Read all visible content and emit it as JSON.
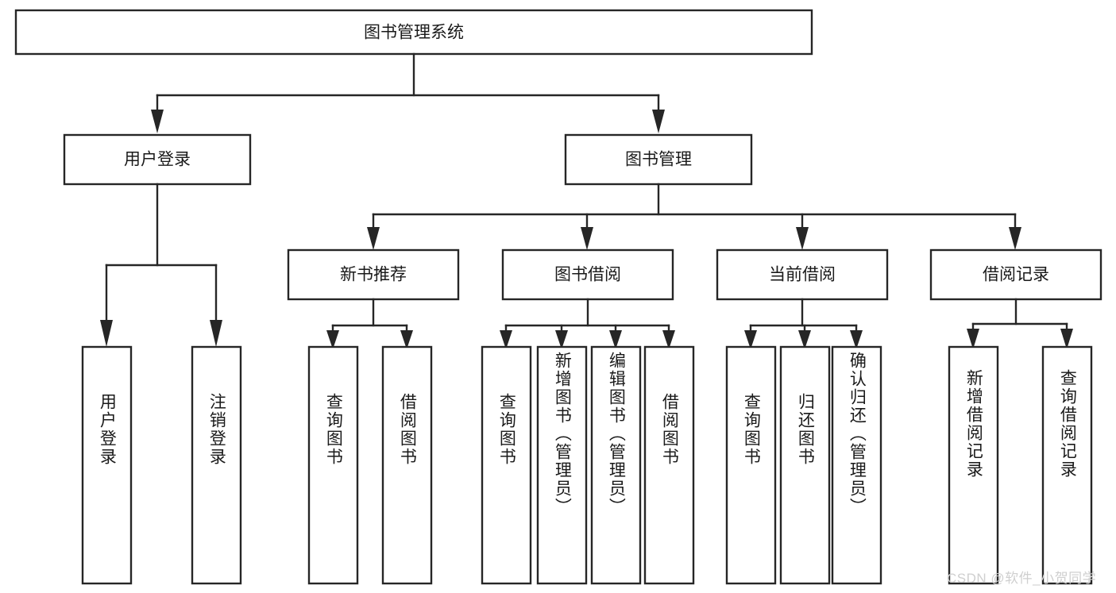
{
  "diagram": {
    "title": "图书管理系统",
    "type": "tree-hierarchy",
    "root": {
      "label": "图书管理系统"
    },
    "level2": [
      {
        "label": "用户登录"
      },
      {
        "label": "图书管理"
      }
    ],
    "level3": [
      {
        "label": "新书推荐"
      },
      {
        "label": "图书借阅"
      },
      {
        "label": "当前借阅"
      },
      {
        "label": "借阅记录"
      }
    ],
    "leaves": {
      "user_login": [
        {
          "label": "用户登录"
        },
        {
          "label": "注销登录"
        }
      ],
      "new_book_recommend": [
        {
          "label": "查询图书"
        },
        {
          "label": "借阅图书"
        }
      ],
      "book_borrow": [
        {
          "label": "查询图书"
        },
        {
          "label": "新增图书（管理员）"
        },
        {
          "label": "编辑图书（管理员）"
        },
        {
          "label": "借阅图书"
        }
      ],
      "current_borrow": [
        {
          "label": "查询图书"
        },
        {
          "label": "归还图书"
        },
        {
          "label": "确认归还（管理员）"
        }
      ],
      "borrow_record": [
        {
          "label": "新增借阅记录"
        },
        {
          "label": "查询借阅记录"
        }
      ]
    }
  },
  "watermark": {
    "text": "CSDN @软件_小贺同学"
  },
  "colors": {
    "stroke": "#262626",
    "box_fill": "#ffffff",
    "text": "#1a1a1a",
    "watermark": "#cfcfcf",
    "background": "#ffffff"
  }
}
